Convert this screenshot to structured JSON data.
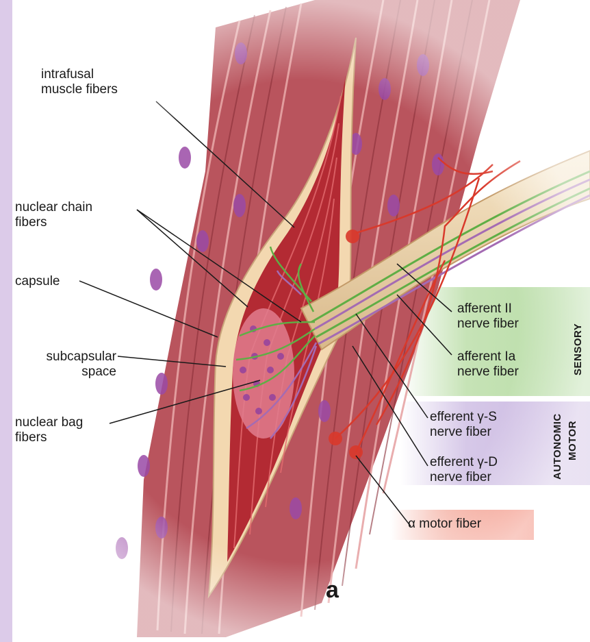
{
  "colors": {
    "muscle": "#b8555e",
    "muscle_light": "#d9868a",
    "capsule": "#f4dcb8",
    "intrafusal": "#b8242c",
    "nerve_green": "#5fae45",
    "nerve_purple": "#a46bb3",
    "nerve_red": "#d9392b",
    "sensory_band": "#c6e3b6",
    "motor_band": "#d6c8e8",
    "alpha_band": "#ef6e58",
    "left_bar": "#dccbe9"
  },
  "labels": {
    "intrafusal": [
      "intrafusal",
      "muscle fibers"
    ],
    "nuclear_chain": [
      "nuclear chain",
      "fibers"
    ],
    "capsule": "capsule",
    "subcapsular": [
      "subcapsular",
      "space"
    ],
    "nuclear_bag": [
      "nuclear bag",
      "fibers"
    ],
    "afferent_ii": [
      "afferent II",
      "nerve fiber"
    ],
    "afferent_ia": [
      "afferent Ia",
      "nerve fiber"
    ],
    "efferent_gs": [
      "efferent γ-S",
      "nerve fiber"
    ],
    "efferent_gd": [
      "efferent γ-D",
      "nerve fiber"
    ],
    "alpha_motor": "α motor fiber"
  },
  "categories": {
    "sensory": "SENSORY",
    "autonomic_motor": [
      "AUTONOMIC",
      "MOTOR"
    ]
  },
  "panel_letter": "a"
}
